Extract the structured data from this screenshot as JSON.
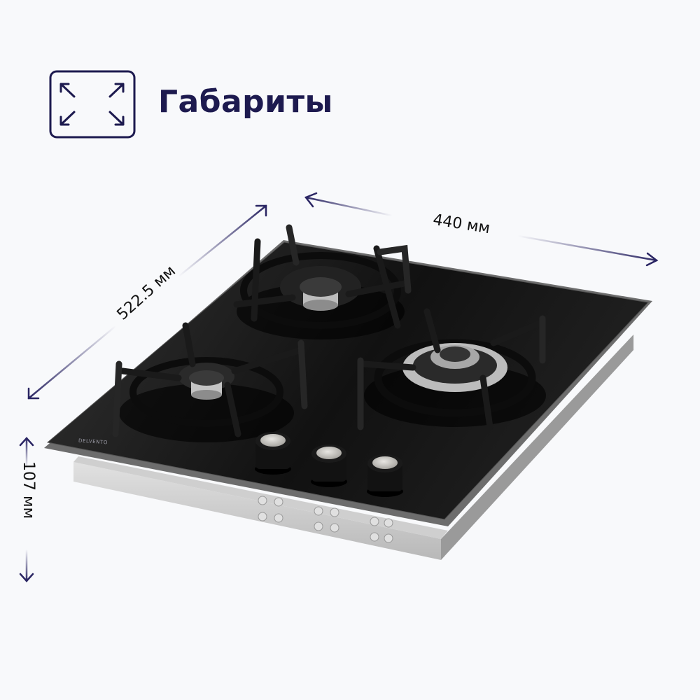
{
  "header": {
    "title": "Габариты",
    "icon": "expand-arrows-icon"
  },
  "dimensions": {
    "width": "440 мм",
    "depth": "522.5 мм",
    "height": "107 мм"
  },
  "product": {
    "type": "gas hob",
    "burners": 3,
    "knobs": 3,
    "brand": "DELVENTO"
  },
  "colors": {
    "accent": "#1d1a4f",
    "background": "#f8f9fb",
    "glass": "#141414",
    "steel": "#c9c9c9"
  }
}
